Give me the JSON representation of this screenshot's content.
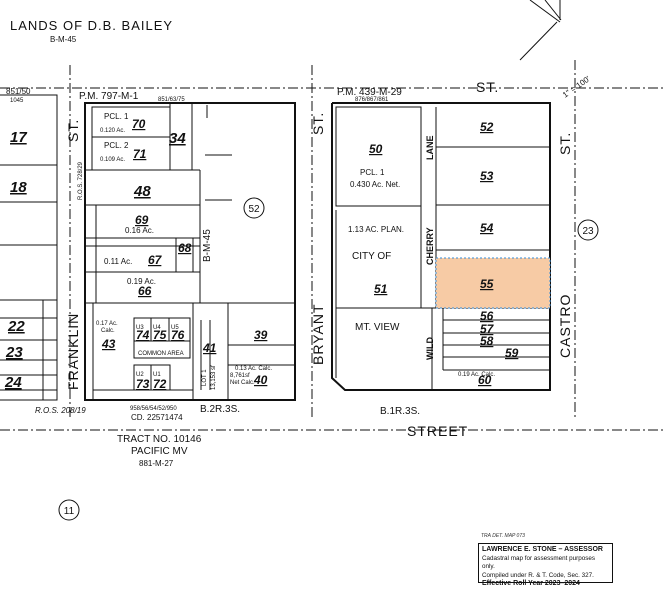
{
  "header": {
    "lands": "LANDS   OF   D.B.   BAILEY",
    "lands_ref": "B-M-45"
  },
  "streets": {
    "st_top": "ST.",
    "st_left": "ST.",
    "franklin": "FRANKLIN",
    "bryant": "BRYANT",
    "bryant_st": "ST.",
    "castro": "CASTRO",
    "castro_st": "ST.",
    "street_bottom": "STREET",
    "cherry_lane": "CHERRY",
    "lane": "LANE",
    "wild": "WILD",
    "b_m_45_vert": "B-M-45"
  },
  "refs": {
    "pm_797": "P.M. 797-M-1",
    "ref_851_63": "851/63/75",
    "pm_439": "P.M. 439-M-29",
    "ref_876": "876/867/861",
    "ref_851_50": "851/50",
    "ref_1045": "1045",
    "ros_728": "R.O.S. 728/29",
    "ros_208": "R.O.S.   208/19",
    "b1r3s_left": "B.2R.3S.",
    "b1r3s_right": "B.1R.3S.",
    "tract": "TRACT NO. 10146",
    "pacific": "PACIFIC MV",
    "tract_ref": "881-M-27",
    "cd": "CD. 22571474",
    "cd_ref": "958/56/54/52/950",
    "one_inch": "1\" = 100'"
  },
  "circles": {
    "c52": "52",
    "c23": "23",
    "c11": "11"
  },
  "parcels": [
    {
      "id": "17",
      "label": "17"
    },
    {
      "id": "18",
      "label": "18"
    },
    {
      "id": "22",
      "label": "22"
    },
    {
      "id": "23",
      "label": "23"
    },
    {
      "id": "24",
      "label": "24"
    },
    {
      "id": "70",
      "label": "70"
    },
    {
      "id": "71",
      "label": "71"
    },
    {
      "id": "34",
      "label": "34"
    },
    {
      "id": "48",
      "label": "48"
    },
    {
      "id": "69",
      "label": "69"
    },
    {
      "id": "68",
      "label": "68"
    },
    {
      "id": "67",
      "label": "67"
    },
    {
      "id": "66",
      "label": "66"
    },
    {
      "id": "43",
      "label": "43"
    },
    {
      "id": "74",
      "label": "74"
    },
    {
      "id": "75",
      "label": "75"
    },
    {
      "id": "76",
      "label": "76"
    },
    {
      "id": "73",
      "label": "73"
    },
    {
      "id": "72",
      "label": "72"
    },
    {
      "id": "41",
      "label": "41"
    },
    {
      "id": "39",
      "label": "39"
    },
    {
      "id": "40",
      "label": "40"
    },
    {
      "id": "50",
      "label": "50"
    },
    {
      "id": "51",
      "label": "51"
    },
    {
      "id": "52",
      "label": "52"
    },
    {
      "id": "53",
      "label": "53"
    },
    {
      "id": "54",
      "label": "54"
    },
    {
      "id": "55",
      "label": "55"
    },
    {
      "id": "56",
      "label": "56"
    },
    {
      "id": "57",
      "label": "57"
    },
    {
      "id": "58",
      "label": "58"
    },
    {
      "id": "59",
      "label": "59"
    },
    {
      "id": "60",
      "label": "60"
    }
  ],
  "notes": {
    "pcl1": "PCL. 1",
    "pcl1_ac": "0.120 Ac.",
    "pcl2": "PCL. 2",
    "pcl2_ac": "0.109 Ac.",
    "p69_ac": "0.16 Ac.",
    "p67_ac": "0.11 Ac.",
    "p66_ac": "0.19 Ac.",
    "p43_ac": "0.17 Ac.",
    "p43_calc": "Calc.",
    "common": "COMMON AREA",
    "lot1": "LOT 1",
    "lot1_ac": "13,153 sf",
    "p41_sf": "8,761sf",
    "p41_calc": "Net Calc.",
    "p40_ac": "0.13 Ac. Calc.",
    "p50_pcl": "PCL. 1",
    "p50_ac": "0.430 Ac. Net.",
    "plan": "1.13 AC. PLAN.",
    "city_of": "CITY     OF",
    "mtview": "MT. VIEW",
    "p60_ac": "0.19 Ac. Calc.",
    "u3": "U3",
    "u4": "U4",
    "u5": "U5",
    "u2": "U2",
    "u1": "U1"
  },
  "legend": {
    "line1": "LAWRENCE E. STONE – ASSESSOR",
    "line2": "Cadastral map for assessment purposes only.",
    "line3": "Compiled under R. & T. Code, Sec. 327.",
    "line4": "Effective Roll Year 2023–2024",
    "tra": "TRA DET. MAP 073"
  },
  "colors": {
    "highlight": "#f7cba5",
    "highlight_border": "#3a8ed6"
  }
}
